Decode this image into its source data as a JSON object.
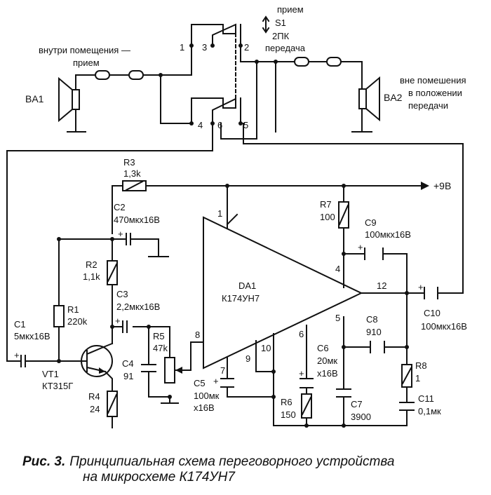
{
  "labels": {
    "switch_top": "прием",
    "switch_name": "S1",
    "switch_type": "2ПК",
    "switch_bottom": "передача",
    "inside_1": "внутри помещения —",
    "inside_2": "прием",
    "outside_1": "вне помешения",
    "outside_2": "в положении",
    "outside_3": "передачи",
    "ba1": "BA1",
    "ba2": "BA2",
    "contact_1": "1",
    "contact_2": "2",
    "contact_3": "3",
    "contact_4": "4",
    "contact_5": "5",
    "contact_6": "6",
    "r3": "R3",
    "r3_val": "1,3k",
    "supply": "+9В",
    "c2": "C2",
    "c2_val": "470мкх16В",
    "r2": "R2",
    "r2_val": "1,1k",
    "c3": "C3",
    "c3_val": "2,2мкх16В",
    "r1": "R1",
    "r1_val": "220k",
    "c1": "C1",
    "c1_val": "5мкх16В",
    "vt1": "VT1",
    "vt1_val": "КТ315Г",
    "r4": "R4",
    "r4_val": "24",
    "r5": "R5",
    "r5_val": "47k",
    "c4": "C4",
    "c4_val": "91",
    "c5": "C5",
    "c5_val_1": "100мк",
    "c5_val_2": "х16В",
    "da1": "DA1",
    "da1_val": "К174УН7",
    "pin_1": "1",
    "pin_4": "4",
    "pin_5": "5",
    "pin_6": "6",
    "pin_7": "7",
    "pin_8": "8",
    "pin_9": "9",
    "pin_10": "10",
    "pin_12": "12",
    "r7": "R7",
    "r7_val": "100",
    "c9": "C9",
    "c9_val": "100мкх16В",
    "c10": "C10",
    "c10_val": "100мкх16В",
    "c8": "C8",
    "c8_val": "910",
    "c6": "C6",
    "c6_val_1": "20мк",
    "c6_val_2": "х16В",
    "r6": "R6",
    "r6_val": "150",
    "c7": "C7",
    "c7_val": "3900",
    "r8": "R8",
    "r8_val": "1",
    "c11": "C11",
    "c11_val": "0,1мк"
  },
  "caption": {
    "fig": "Рис. 3.",
    "line1": "Принципиальная схема переговорного устройства",
    "line2": "на микросхеме К174УН7"
  }
}
